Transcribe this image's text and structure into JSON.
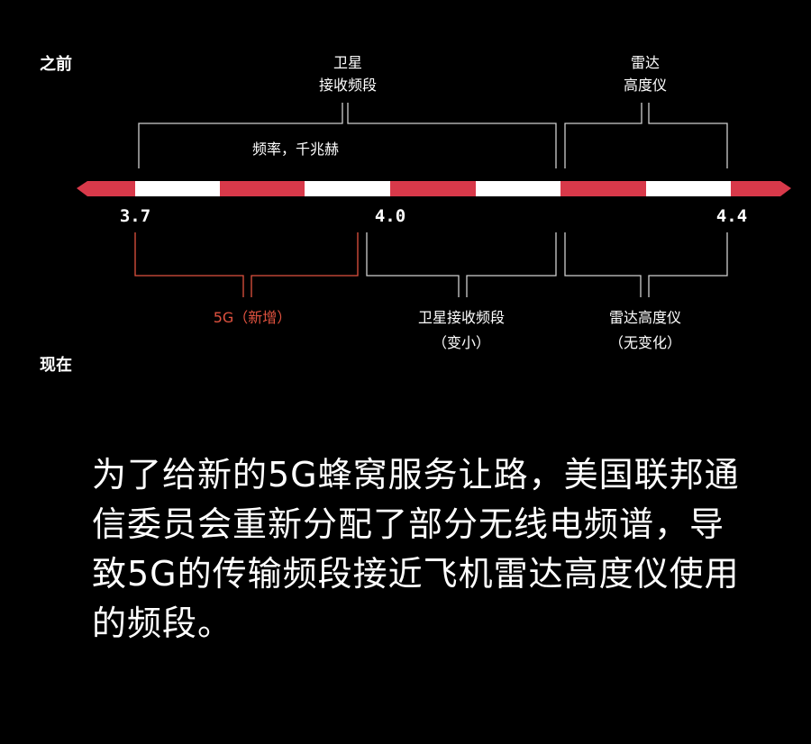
{
  "labels": {
    "before": "之前",
    "now": "现在",
    "sat_top_1": "卫星",
    "sat_top_2": "接收频段",
    "radar_top_1": "雷达",
    "radar_top_2": "高度仪",
    "freq_unit": "频率，千兆赫",
    "fiveg": "5G（新增）",
    "sat_bottom_1": "卫星接收频段",
    "sat_bottom_2": "（变小）",
    "radar_bottom_1": "雷达高度仪",
    "radar_bottom_2": "（无变化）"
  },
  "ticks": [
    "3.7",
    "4.0",
    "4.4"
  ],
  "colors": {
    "red": "#d8394a",
    "white": "#ffffff",
    "accent": "#e0523f"
  },
  "caption": "为了给新的5G蜂窝服务让路，美国联邦通信委员会重新分配了部分无线电频谱，导致5G的传输频段接近飞机雷达高度仪使用的频段。"
}
